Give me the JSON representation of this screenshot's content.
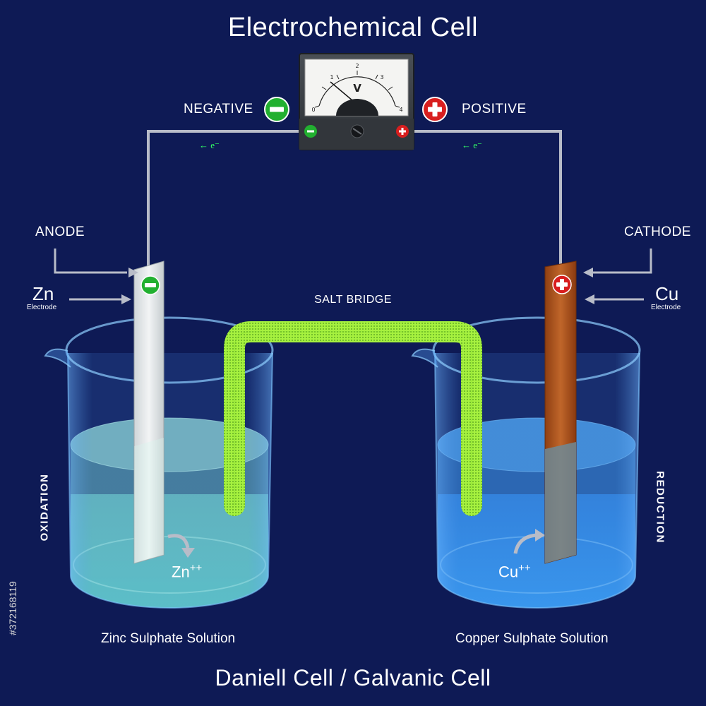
{
  "title": "Electrochemical Cell",
  "footer_title": "Daniell Cell / Galvanic Cell",
  "voltmeter": {
    "unit": "V",
    "scale": [
      "0",
      "1",
      "2",
      "3",
      "4"
    ],
    "left_terminal": "−",
    "right_terminal": "+"
  },
  "terminals": {
    "negative_label": "NEGATIVE",
    "negative_sign": "−",
    "positive_label": "POSITIVE",
    "positive_sign": "+"
  },
  "electron_flow": {
    "left": "← e⁻",
    "right": "← e⁻"
  },
  "left": {
    "role": "ANODE",
    "element": "Zn",
    "element_sub": "Electrode",
    "sign": "−",
    "process": "OXIDATION",
    "ion": "Zn",
    "ion_charge": "++",
    "solution": "Zinc Sulphate Solution",
    "solution_color": "#8ff5dc"
  },
  "right": {
    "role": "CATHODE",
    "element": "Cu",
    "element_sub": "Electrode",
    "sign": "+",
    "process": "REDUCTION",
    "ion": "Cu",
    "ion_charge": "++",
    "solution": "Copper Sulphate Solution",
    "solution_color": "#3fa8ff"
  },
  "salt_bridge": {
    "label": "SALT BRIDGE",
    "color": "#9df23a"
  },
  "stock_id": "#372168119",
  "colors": {
    "background": "#0e1a55",
    "wire": "#b8bcc8",
    "zinc": "#e8ecee",
    "copper": "#b8561e",
    "negative": "#22b030",
    "positive": "#d81e1e"
  }
}
